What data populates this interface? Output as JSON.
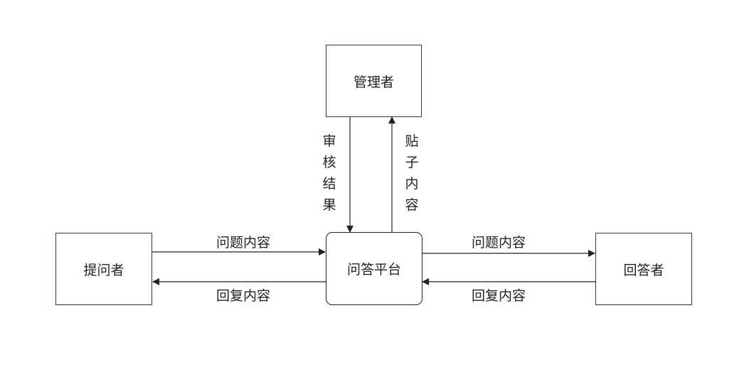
{
  "nodes": {
    "admin": "管理者",
    "asker": "提问者",
    "platform": "问答平台",
    "answerer": "回答者"
  },
  "edges": {
    "admin_to_platform": "审核结果",
    "platform_to_admin": "贴子内容",
    "asker_to_platform": "问题内容",
    "platform_to_asker": "回复内容",
    "platform_to_answerer": "问题内容",
    "answerer_to_platform": "回复内容"
  },
  "colors": {
    "node_border": "#1f3864",
    "line": "#222222",
    "text": "#222222"
  }
}
